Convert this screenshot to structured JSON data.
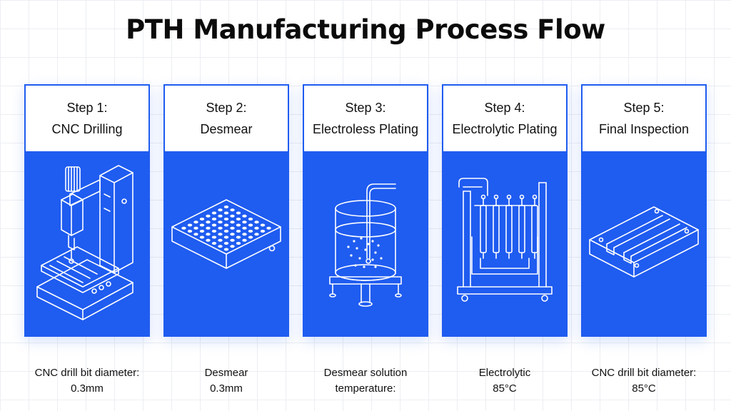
{
  "title": "PTH Manufacturing Process Flow",
  "steps": [
    {
      "step": "Step 1:",
      "name": "CNC Drilling",
      "icon": "cnc-machine-icon",
      "note_line1": "CNC drill bit diameter:",
      "note_line2": "0.3mm"
    },
    {
      "step": "Step 2:",
      "name": "Desmear",
      "icon": "drilled-panel-icon",
      "note_line1": "Desmear",
      "note_line2": "0.3mm"
    },
    {
      "step": "Step 3:",
      "name": "Electroless Plating",
      "icon": "chemical-tank-icon",
      "note_line1": "Desmear solution",
      "note_line2": "temperature:"
    },
    {
      "step": "Step 4:",
      "name": "Electrolytic Plating",
      "icon": "plating-bath-icon",
      "note_line1": "Electrolytic",
      "note_line2": "85°C"
    },
    {
      "step": "Step 5:",
      "name": "Final Inspection",
      "icon": "inspected-board-icon",
      "note_line1": "CNC drill bit diameter:",
      "note_line2": "85°C"
    }
  ],
  "colors": {
    "accent": "#1f5cf0",
    "background": "#ffffff",
    "grid": "#eceef2"
  }
}
